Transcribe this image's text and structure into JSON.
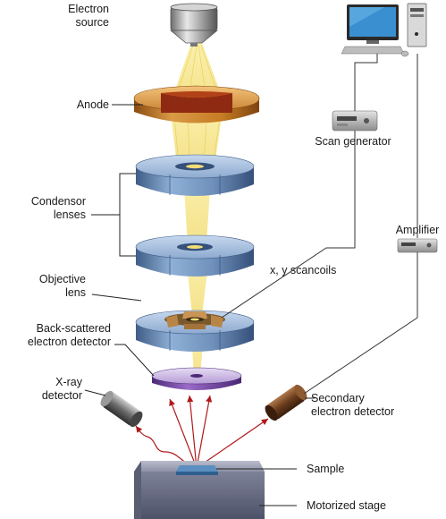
{
  "labels": {
    "electron_source_1": "Electron",
    "electron_source_2": "source",
    "anode": "Anode",
    "condensor_1": "Condensor",
    "condensor_2": "lenses",
    "objective_1": "Objective",
    "objective_2": "lens",
    "backscatter_1": "Back-scattered",
    "backscatter_2": "electron detector",
    "xray_1": "X-ray",
    "xray_2": "detector",
    "scan_generator": "Scan generator",
    "amplifier": "Amplifier",
    "scancoils": "x, y scancoils",
    "secondary_1": "Secondary",
    "secondary_2": "electron detector",
    "sample": "Sample",
    "stage": "Motorized stage"
  },
  "icons": {
    "computer": "desktop-computer-icon",
    "scan_generator": "scan-generator-device-icon",
    "amplifier": "amplifier-device-icon"
  },
  "colors": {
    "beam": "#f4e38a",
    "lens_blue": "#6f8fb6",
    "anode_orange": "#c9781f",
    "detector_purple": "#8a55b8",
    "arrow_red": "#b0191c",
    "stage_gray": "#6a6f86"
  }
}
